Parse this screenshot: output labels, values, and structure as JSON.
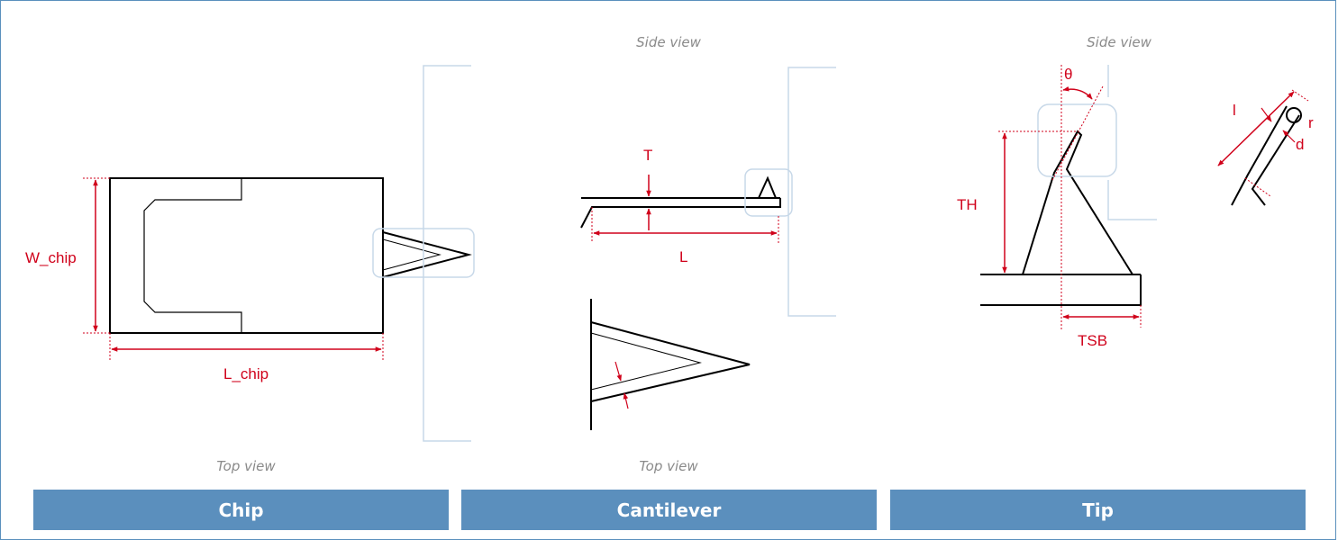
{
  "colors": {
    "frame": "#5a90bd",
    "panel_bg": "#5b8fbd",
    "panel_text": "#ffffff",
    "dimension": "#d0021b",
    "outline": "#000000",
    "bracket": "#c7d8e8",
    "caption": "#8a8a8a"
  },
  "captions": {
    "chip_top": "Top view",
    "cantilever_side": "Side view",
    "cantilever_top": "Top view",
    "tip_side": "Side view"
  },
  "labels": {
    "w_chip": "W_chip",
    "l_chip": "L_chip",
    "t": "T",
    "l": "L",
    "th": "TH",
    "tsb": "TSB",
    "theta": "θ",
    "l_small": "l",
    "r": "r",
    "d": "d"
  },
  "panels": {
    "chip": "Chip",
    "cantilever": "Cantilever",
    "tip": "Tip"
  }
}
